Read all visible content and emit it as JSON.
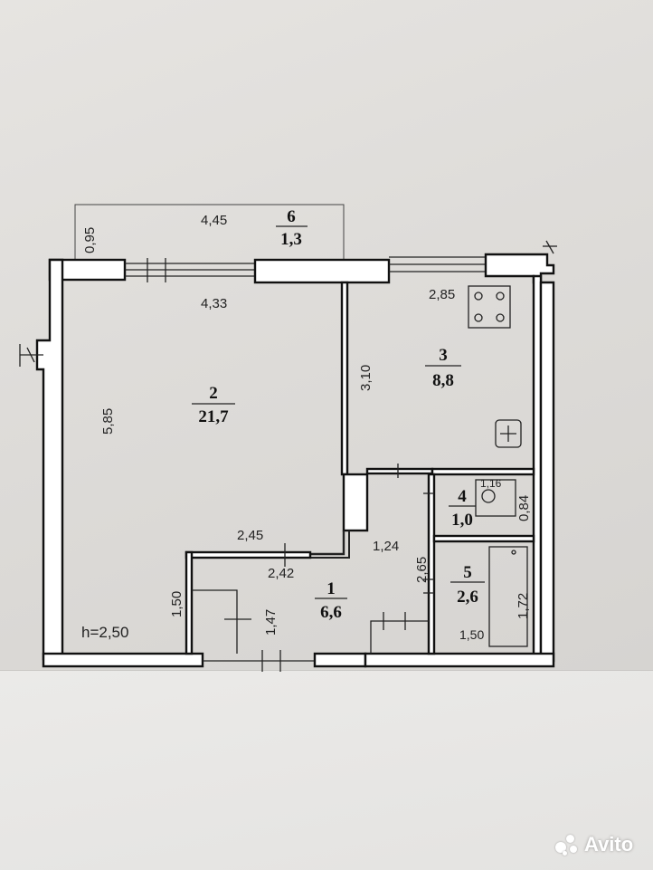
{
  "ceiling_height": "h=2,50",
  "rooms": [
    {
      "number": "1",
      "area": "6,6"
    },
    {
      "number": "2",
      "area": "21,7"
    },
    {
      "number": "3",
      "area": "8,8"
    },
    {
      "number": "4",
      "area": "1,0"
    },
    {
      "number": "5",
      "area": "2,6"
    },
    {
      "number": "6",
      "area": "1,3"
    }
  ],
  "dimensions": {
    "balcony_length": "4,45",
    "balcony_depth": "0,95",
    "room2_width": "4,33",
    "room2_length": "5,85",
    "kitchen_width": "2,85",
    "kitchen_length": "3,10",
    "wc_width": "1,16",
    "wc_depth": "0,84",
    "hall_width_top": "2,45",
    "hall_width": "2,42",
    "hall_depth_left": "1,50",
    "hall_depth": "1,47",
    "hall_right": "1,24",
    "hall_length": "2,65",
    "bath_length": "1,72",
    "bath_width": "1,50"
  },
  "watermark": {
    "brand": "Avito"
  }
}
